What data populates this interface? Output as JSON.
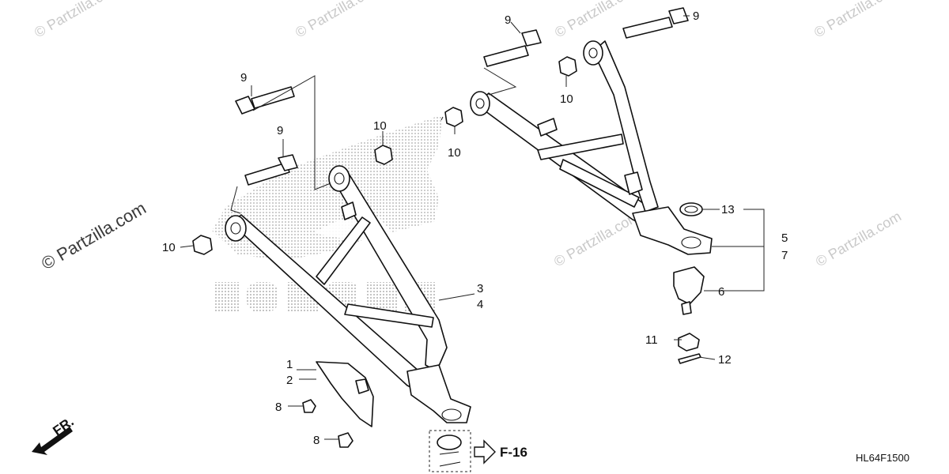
{
  "watermark": {
    "text": "© Partzilla.com"
  },
  "callouts": {
    "c1": "1",
    "c2": "2",
    "c3": "3",
    "c4": "4",
    "c5": "5",
    "c6": "6",
    "c7": "7",
    "c8": "8",
    "c9": "9",
    "c10": "10",
    "c11": "11",
    "c12": "12",
    "c13": "13"
  },
  "reference": {
    "label": "F-16"
  },
  "front_marker": {
    "label": "FR."
  },
  "diagram_code": "HL64F1500",
  "colors": {
    "ink": "#111111",
    "watermark": "#c9c9c9",
    "honda_logo": "#bdbdbd"
  },
  "icons": {
    "front_arrow": "arrow-left-down-icon",
    "reference_arrow": "hollow-arrow-right-icon"
  }
}
